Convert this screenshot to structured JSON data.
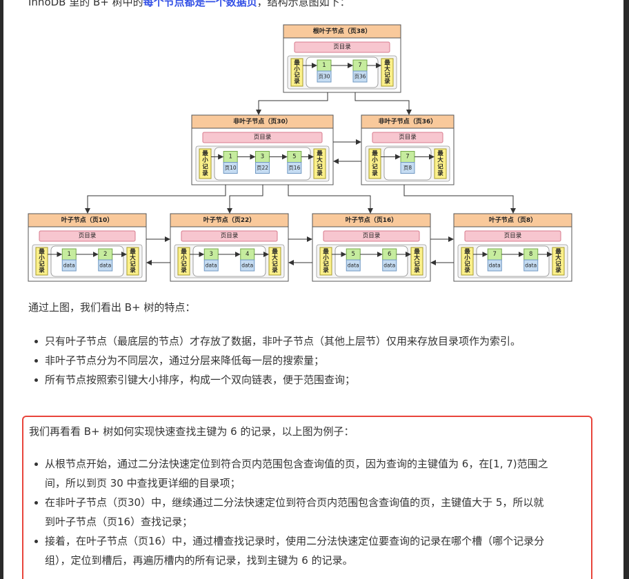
{
  "intro": {
    "prefix": "InnoDB 里的 B+ 树中的",
    "highlight": "每个节点都是一个数据页",
    "suffix": "，结构示意图如下："
  },
  "diagram": {
    "page_directory": "页目录",
    "min_record": [
      "最",
      "小",
      "记",
      "录"
    ],
    "max_record": [
      "最",
      "大",
      "记",
      "录"
    ],
    "data_label": "data",
    "root": {
      "title": "根叶子节点（页38）",
      "keys": [
        "1",
        "7"
      ],
      "pages": [
        "页30",
        "页36"
      ]
    },
    "internal": [
      {
        "title": "非叶子节点（页30）",
        "keys": [
          "1",
          "3",
          "5"
        ],
        "pages": [
          "页10",
          "页22",
          "页16"
        ]
      },
      {
        "title": "非叶子节点（页36）",
        "keys": [
          "7"
        ],
        "pages": [
          "页8"
        ]
      }
    ],
    "leaves": [
      {
        "title": "叶子节点（页10）",
        "keys": [
          "1",
          "2"
        ]
      },
      {
        "title": "叶子节点（页22）",
        "keys": [
          "3",
          "4"
        ]
      },
      {
        "title": "叶子节点（页16）",
        "keys": [
          "5",
          "6"
        ]
      },
      {
        "title": "叶子节点（页8）",
        "keys": [
          "7",
          "8"
        ]
      }
    ],
    "colors": {
      "title_fill": "#f9c99b",
      "title_stroke": "#d79b5c",
      "dir_fill": "#f7c6cf",
      "dir_stroke": "#d77a8c",
      "minmax_fill": "#fbf08a",
      "minmax_stroke": "#a99d2b",
      "key_fill": "#c6ec9e",
      "key_stroke": "#75a84b",
      "page_fill": "#c5dcf2",
      "page_stroke": "#6f97c2",
      "body_fill": "#ffffff",
      "inner_fill": "#f4f4f4"
    }
  },
  "features_intro": "通过上图，我们看出 B+ 树的特点：",
  "features": [
    "只有叶子节点（最底层的节点）才存放了数据，非叶子节点（其他上层节）仅用来存放目录项作为索引。",
    "非叶子节点分为不同层次，通过分层来降低每一层的搜索量；",
    "所有节点按照索引键大小排序，构成一个双向链表，便于范围查询；"
  ],
  "search": {
    "intro": "我们再看看 B+ 树如何实现快速查找主键为 6 的记录，以上图为例子：",
    "steps": [
      "从根节点开始，通过二分法快速定位到符合页内范围包含查询值的页，因为查询的主键值为 6，在[1, 7)范围之间，所以到页 30 中查找更详细的目录项；",
      "在非叶子节点（页30）中，继续通过二分法快速定位到符合页内范围包含查询值的页，主键值大于 5，所以就到叶子节点（页16）查找记录；",
      "接着，在叶子节点（页16）中，通过槽查找记录时，使用二分法快速定位要查询的记录在哪个槽（哪个记录分组），定位到槽后，再遍历槽内的所有记录，找到主键为 6 的记录。"
    ]
  }
}
